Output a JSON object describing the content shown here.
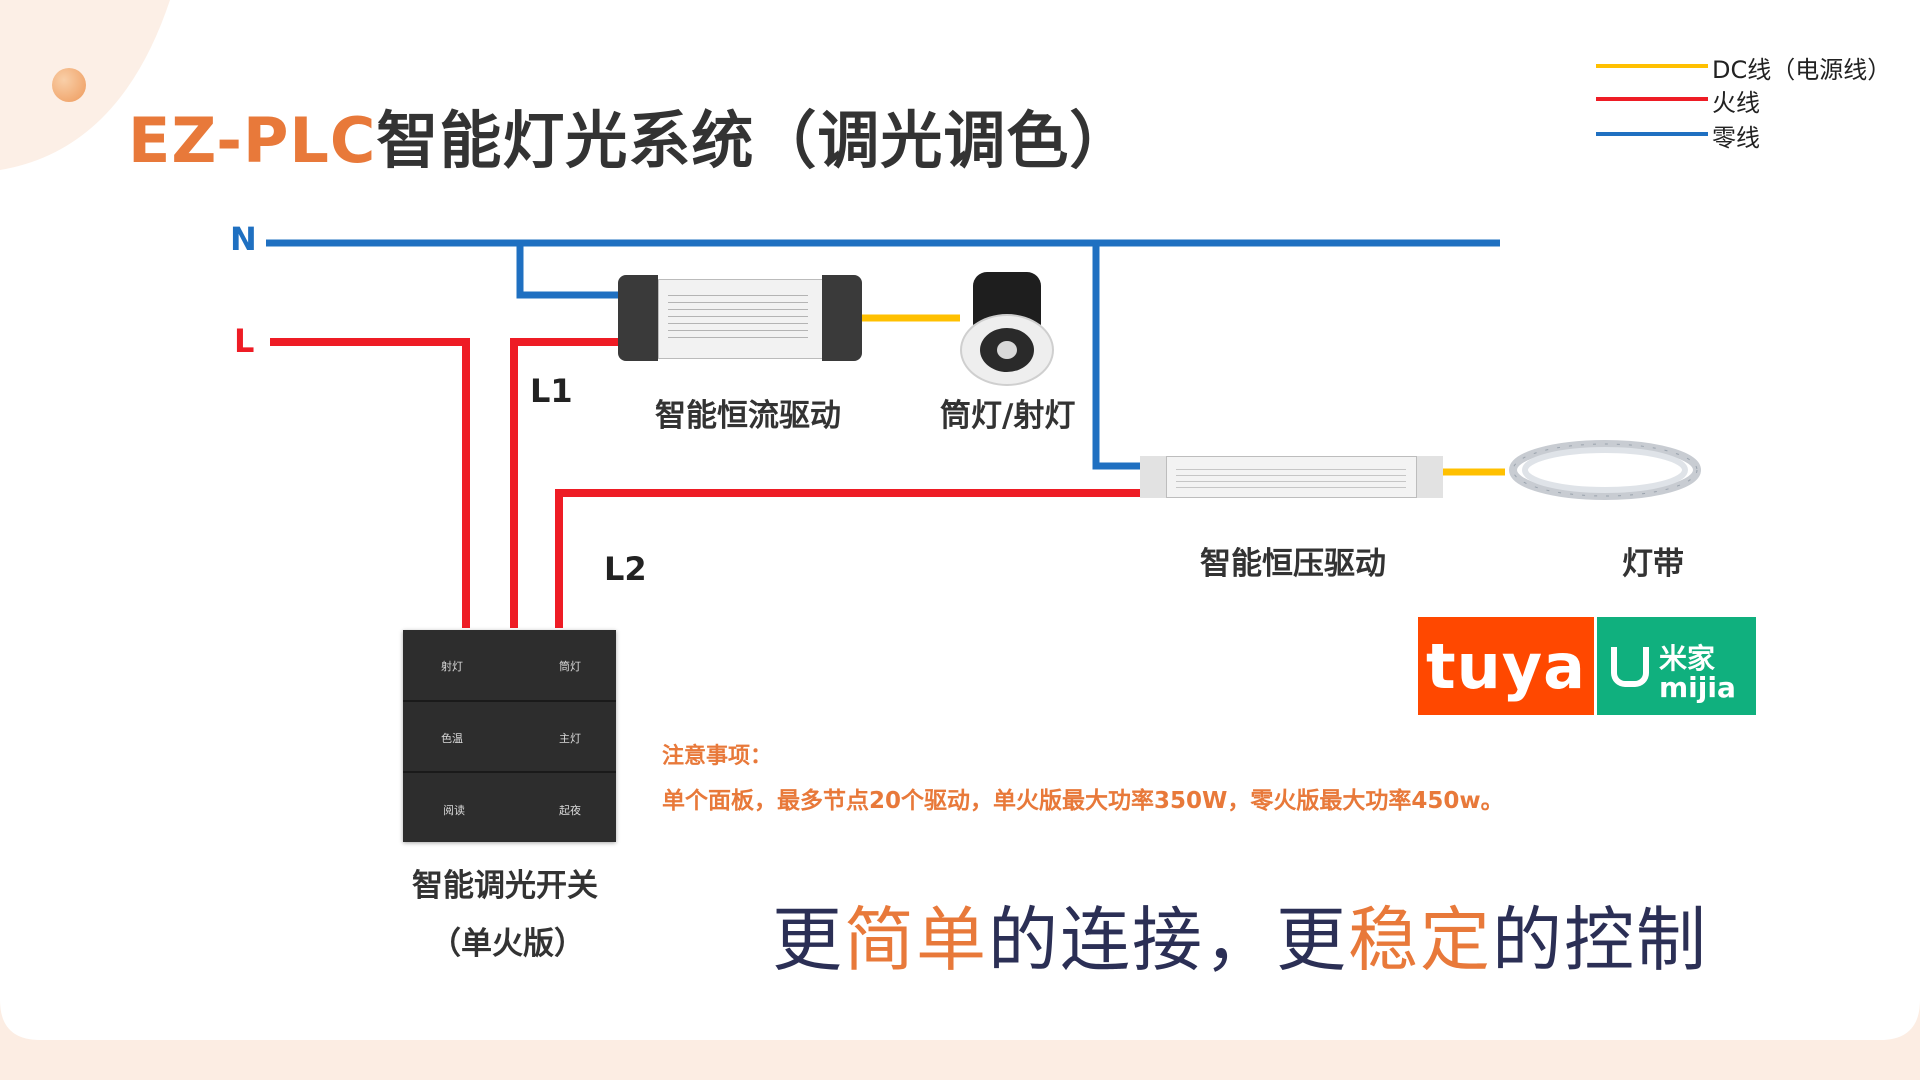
{
  "title": {
    "part1": "EZ-PLC",
    "part2": "智能灯光系统（调光调色）"
  },
  "legend": [
    {
      "label": "DC线（电源线）",
      "color": "#FFC000"
    },
    {
      "label": "火线",
      "color": "#EE1C25"
    },
    {
      "label": "零线",
      "color": "#1F70C1"
    }
  ],
  "wires": {
    "n": "N",
    "l": "L",
    "l1": "L1",
    "l2": "L2"
  },
  "components": {
    "cc_driver": "智能恒流驱动",
    "downlight": "筒灯/射灯",
    "cv_driver": "智能恒压驱动",
    "strip": "灯带",
    "switch_line1": "智能调光开关",
    "switch_line2": "（单火版）"
  },
  "switch_keys": [
    "射灯",
    "筒灯",
    "色温",
    "主灯",
    "阅读",
    "起夜"
  ],
  "brands": {
    "tuya": "tuya",
    "mijia_cn": "米家",
    "mijia_en": "mijia"
  },
  "notes": {
    "title": "注意事项：",
    "body": "单个面板，最多节点20个驱动，单火版最大功率350W，零火版最大功率450w。"
  },
  "slogan": {
    "p1": "更",
    "h1": "简单",
    "p2": "的连接，更",
    "h2": "稳定",
    "p3": "的控制"
  }
}
